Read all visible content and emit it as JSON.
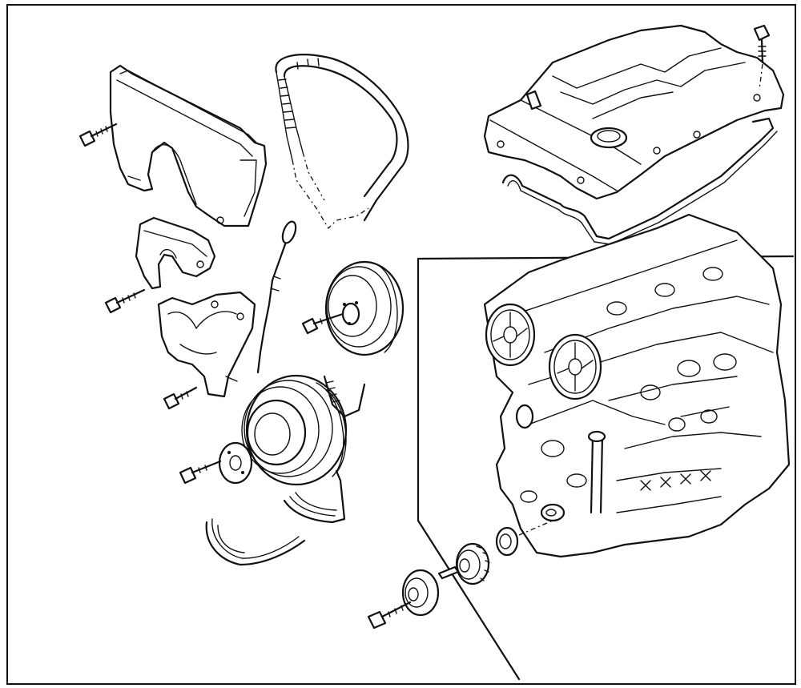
{
  "diagram": {
    "style": "exploded-view line drawing",
    "background": "#ffffff",
    "ink": "#111111",
    "components": [
      "timing-belt-upper-cover",
      "timing-belt",
      "cylinder-head-cover",
      "cylinder-head-cover-gasket",
      "timing-belt-middle-cover",
      "timing-belt-lower-cover",
      "dipstick",
      "water-pump-pulley",
      "crankshaft-pulley",
      "crankshaft-pulley-boss",
      "drive-belt-1",
      "drive-belt-2",
      "crankshaft-timing-pulley",
      "timing-belt-guide-plate",
      "crankshaft-key",
      "crankshaft-pulley-lock-bolt",
      "engine-block-assembly",
      "camshaft-pulley-exhaust",
      "camshaft-pulley-intake"
    ]
  }
}
